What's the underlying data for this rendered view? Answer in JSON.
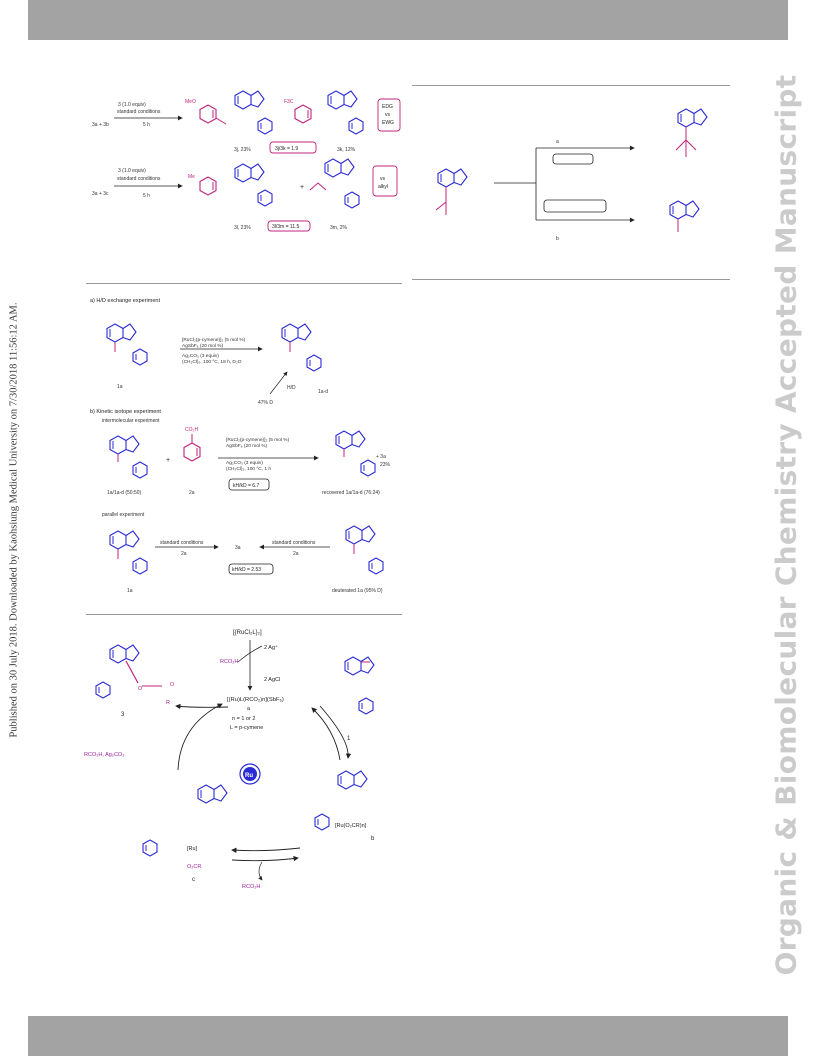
{
  "sidebar": {
    "published": "Published on 30 July 2018. Downloaded by Kaohsiung Medical University on 7/30/2018 11:56:12 AM."
  },
  "watermark": "Organic & Biomolecular Chemistry Accepted Manuscript",
  "scheme_top": {
    "reagent1": "5 h",
    "reagent2a": "3 (1.0 equiv)",
    "reagent2b": "standard conditions",
    "reagent2c": "5 h",
    "product_3j": "3j, 23%",
    "product_3k": "3k, 12%",
    "product_3l": "3l, 23%",
    "product_3m": "3m, 2%",
    "ratio_box1": "3j/3k = 1.9",
    "ratio_box2": "3l/3m = 11.5",
    "side_box1": [
      "EDG",
      "vs",
      "EWG"
    ],
    "side_box2": [
      "vs",
      "alkyl"
    ]
  },
  "scheme_right": {
    "label_a": "a",
    "label_b": "b"
  },
  "figure_mech": {
    "title_a": "a) H/D exchange experiment",
    "cond1a": "[RuCl₂(p-cymene)]₂ (5 mol %)",
    "cond1b": "AgSbF₆ (20 mol %)",
    "cond1c": "Ag₂CO₃ (3 equiv)",
    "cond1d": "(CH₂Cl)₂, 100 °C, 18 h, D₂O",
    "lbl_1a": "1a",
    "lbl_1ad": "1a-d",
    "lbl_pct": "47% D",
    "lbl_D": "H/D",
    "title_b": "b) Kinetic isotope experiment",
    "intermol": "intermolecular experiment",
    "cond2a": "[RuCl₂(p-cymene)]₂ (5 mol %)",
    "cond2b": "AgSbF₆ (20 mol %)",
    "cond2c": "Ag₂CO₃ (3 equiv)",
    "cond2d": "(CH₂Cl)₂, 100 °C, 1 h",
    "lbl_1a1ad": "1a/1a-d (50:50)",
    "lbl_2a": "2a",
    "co2h": "CO₂H",
    "kie1": "kH/kD = 6.7",
    "lbl_recovered": "recovered 1a/1a-d (76:24)",
    "plus3a": "+ 3a",
    "pct23": "23%",
    "parallel": "parallel experiment",
    "std1": "standard conditions",
    "std2": "standard conditions",
    "lbl_2a_left": "2a",
    "lbl_2a_right": "2a",
    "lbl_3a": "3a",
    "kie2": "kH/kD = 2.53",
    "lbl_1a_bottom": "1a",
    "lbl_deut": "deuterated 1a (95% D)"
  },
  "cycle": {
    "ru_precursor": "[{RuCl₂L}₂]",
    "ag": "2 Ag⁺",
    "rco2h_top": "RCO₂H",
    "agcl": "2 AgCl",
    "active": "[(Ru)L(RCO₂)n](SbF₆)",
    "lbl_a": "a",
    "n_val": "n = 1 or 2",
    "ligand": "L = p-cymene",
    "reagent_left": "RCO₂H, Ag₂CO₃",
    "lbl_1": "1",
    "lbl_3": "3",
    "ru_center": "Ru",
    "ru_b": "[Ru(O₂CR)n]",
    "lbl_b": "b",
    "ru_c": "[Ru]",
    "o2cr": "O₂CR",
    "lbl_c": "c",
    "rco2h_bottom": "RCO₂H",
    "ester_R": "R",
    "ester_O": "O"
  }
}
